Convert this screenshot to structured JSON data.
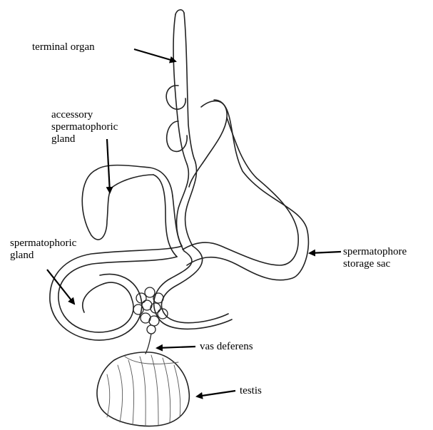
{
  "labels": {
    "terminal_organ": [
      "terminal organ"
    ],
    "accessory_gland": [
      "accessory",
      "spermatophoric",
      "gland"
    ],
    "spermatophoric_gland": [
      "spermatophoric",
      "gland"
    ],
    "storage_sac": [
      "spermatophore",
      "storage sac"
    ],
    "vas_deferens": [
      "vas deferens"
    ],
    "testis": [
      "testis"
    ]
  },
  "colors": {
    "outline": "#222222",
    "hatch": "#555555",
    "arrow": "#000000"
  }
}
